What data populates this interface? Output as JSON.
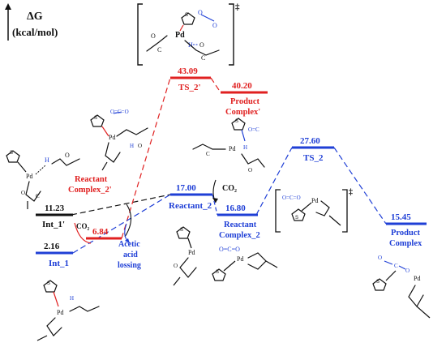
{
  "header": {
    "delta_g": "ΔG",
    "unit": "(kcal/mol)"
  },
  "colors": {
    "black": "#111111",
    "red": "#e02020",
    "blue": "#1f3fd6"
  },
  "levels": {
    "int_1_prime": {
      "value": "11.23",
      "label": "Int_1'"
    },
    "int_1": {
      "value": "2.16",
      "label": "Int_1"
    },
    "red_low": {
      "value": "6.84"
    },
    "reactant_complex_2_prime": {
      "label_line1": "Reactant",
      "label_line2": "Complex_2'"
    },
    "ts_2_prime": {
      "value": "43.09",
      "label": "TS_2'"
    },
    "product_complex_prime": {
      "value": "40.20",
      "label_line1": "Product",
      "label_line2": "Complex'"
    },
    "reactant_2": {
      "value": "17.00",
      "label": "Reactant_2"
    },
    "reactant_complex_2": {
      "value": "16.80",
      "label_line1": "Reactant",
      "label_line2": "Complex_2"
    },
    "ts_2": {
      "value": "27.60",
      "label": "TS_2"
    },
    "product_complex": {
      "value": "15.45",
      "label_line1": "Product",
      "label_line2": "Complex"
    }
  },
  "annotations": {
    "co2_small": "CO₂",
    "co2_right": "CO₂",
    "acetic_line1": "Acetic",
    "acetic_line2": "acid",
    "acetic_line3": "lossing",
    "dagger": "‡"
  },
  "molecule_text": {
    "pd": "Pd",
    "s": "S",
    "o": "O",
    "c": "C",
    "h": "H",
    "o_eq_c_eq_o": "O=C=O",
    "oc": "O=C"
  }
}
